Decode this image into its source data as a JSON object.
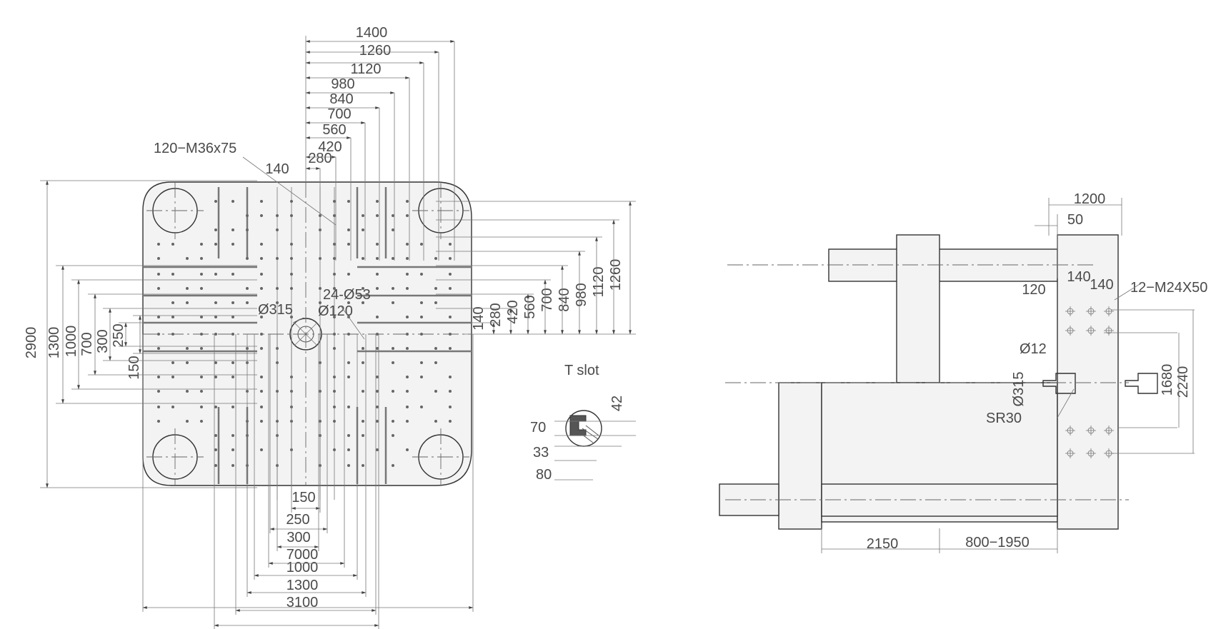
{
  "front_view": {
    "top_dims": [
      "1400",
      "1260",
      "1120",
      "980",
      "840",
      "700",
      "560",
      "420",
      "280",
      "140"
    ],
    "right_dims": [
      "140",
      "280",
      "420",
      "560",
      "700",
      "840",
      "980",
      "1120",
      "1260"
    ],
    "left_dims": [
      "2900",
      "1300",
      "1000",
      "700",
      "300",
      "250",
      "150"
    ],
    "bottom_dims": [
      "150",
      "250",
      "300",
      "7000",
      "1000",
      "1300",
      "3100"
    ],
    "labels": {
      "thread_holes": "120−M36x75",
      "holes": "24-Ø53",
      "dia_315": "Ø315",
      "dia_120": "Ø120"
    }
  },
  "t_slot": {
    "title": "T  slot",
    "dims": [
      "42",
      "70",
      "33",
      "80"
    ]
  },
  "side_view": {
    "top_dims": [
      "1200",
      "50"
    ],
    "labels": {
      "d120": "120",
      "d140a": "140",
      "d140b": "140",
      "thread": "12−M24X50",
      "phi12": "Ø12",
      "phi315": "Ø315",
      "sr30": "SR30"
    },
    "right_dims": [
      "1680",
      "2240"
    ],
    "bottom_dims": [
      "2150",
      "800−1950"
    ]
  }
}
